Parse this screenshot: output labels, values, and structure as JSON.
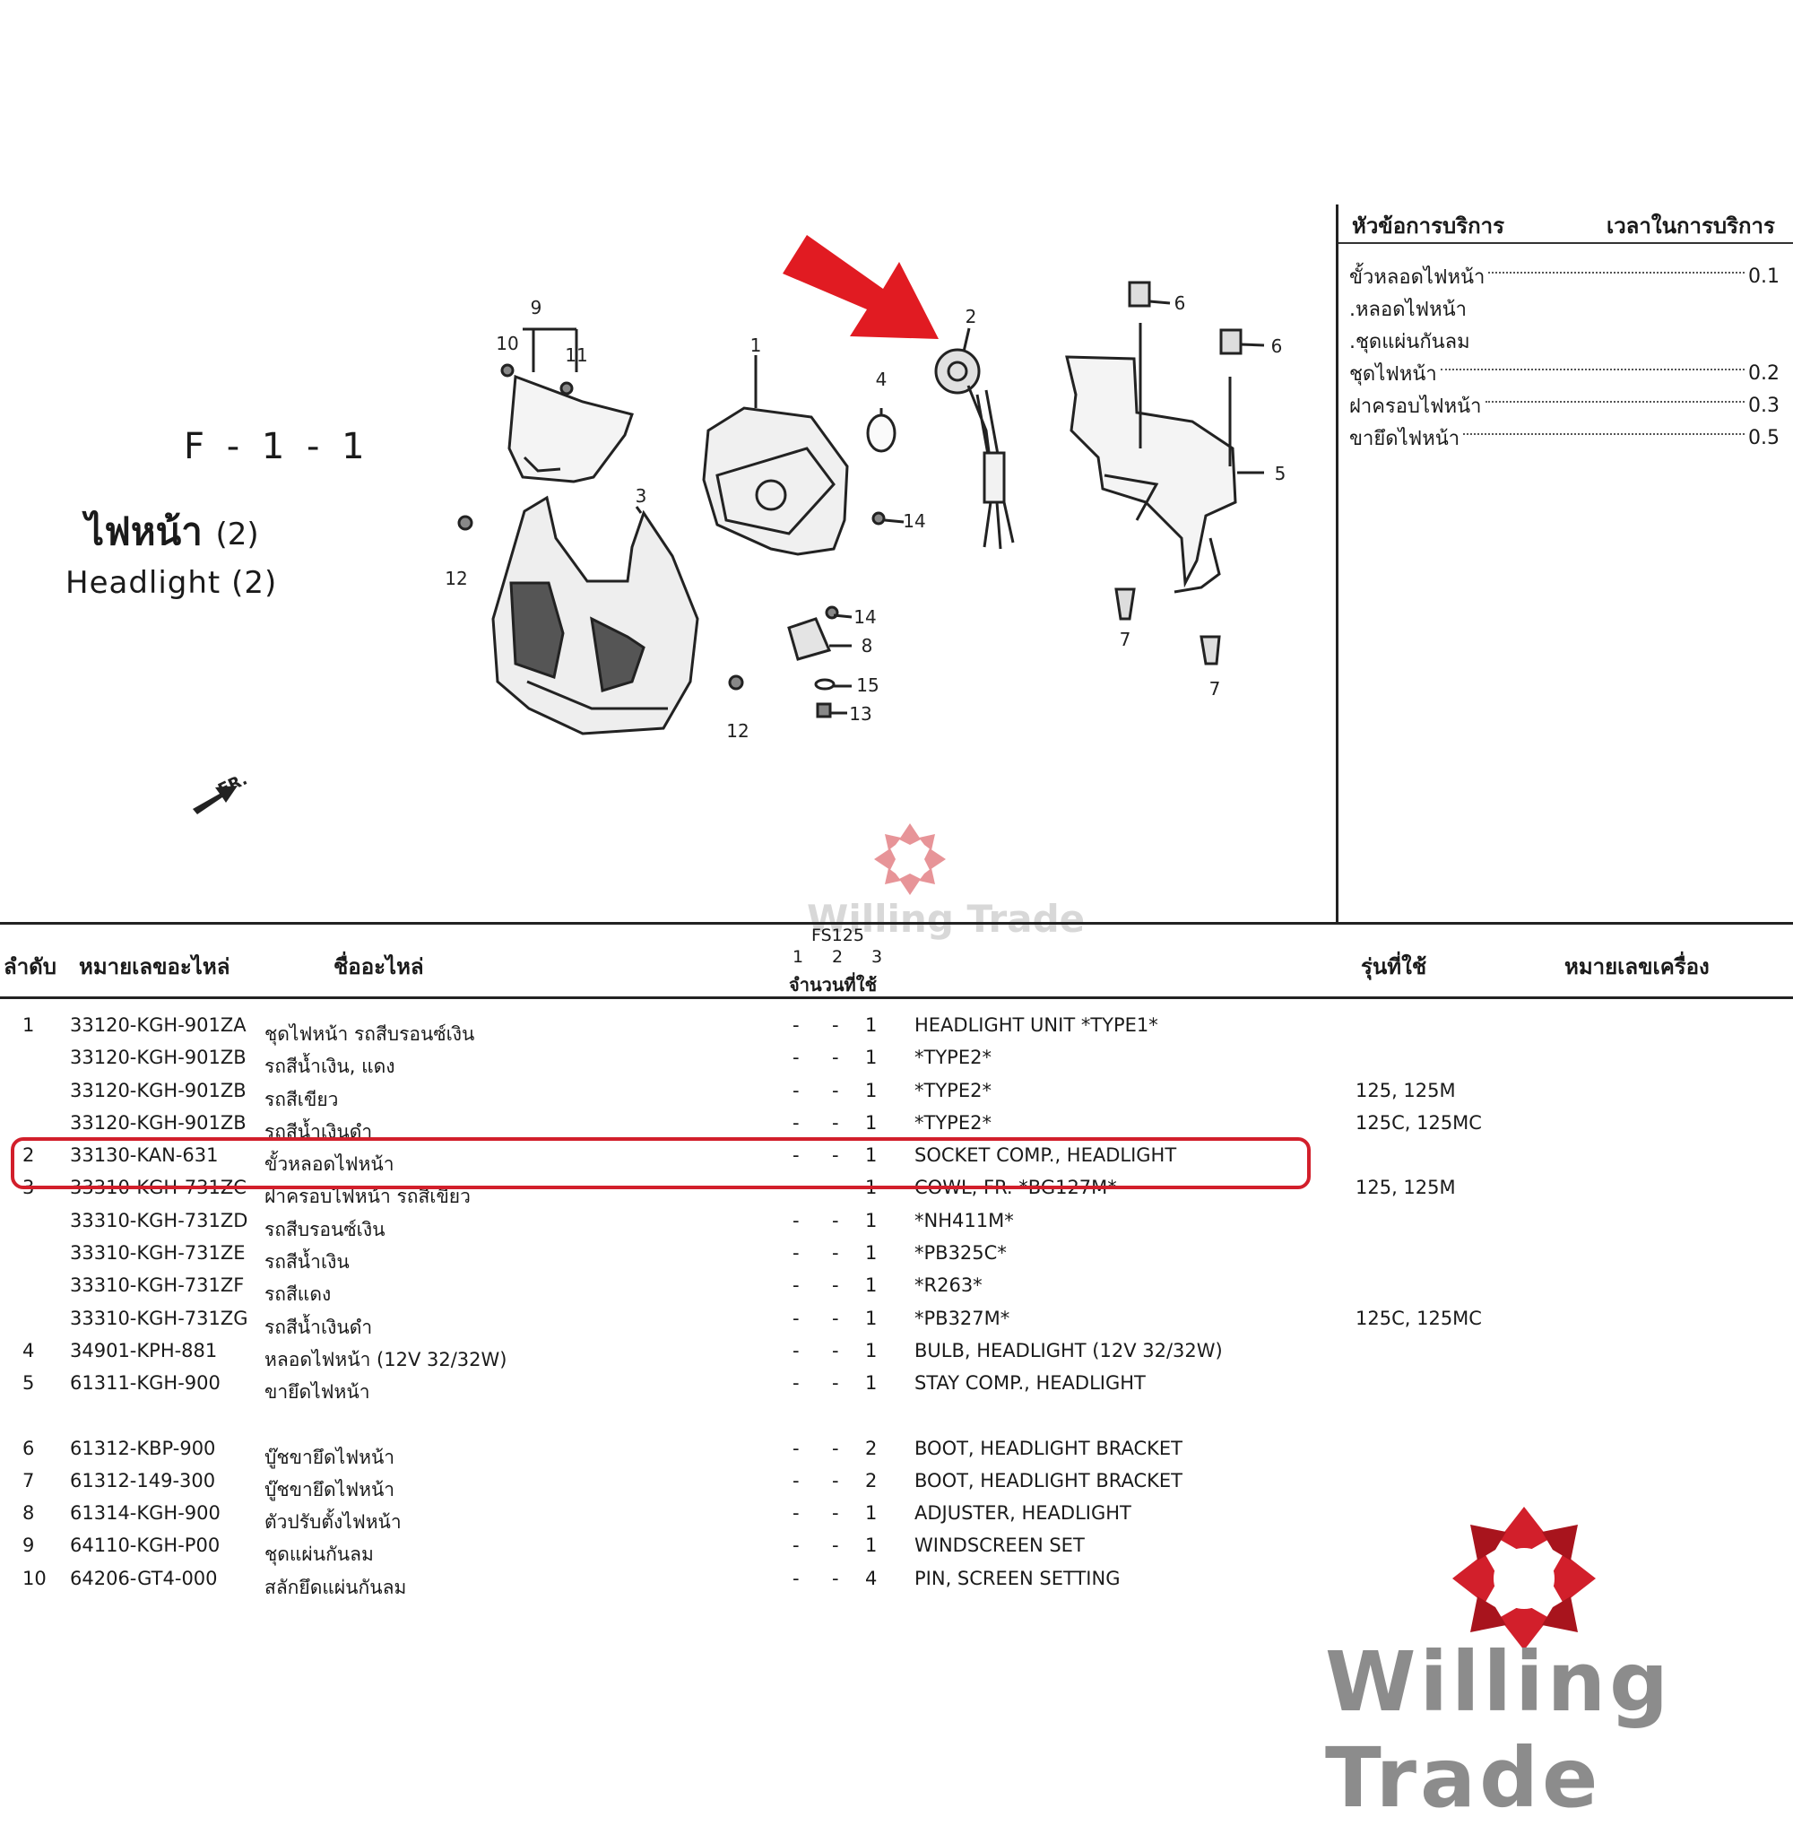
{
  "figure": {
    "code": "F - 1 - 1",
    "title_th": "ไฟหน้า",
    "title_suffix": "(2)",
    "title_en": "Headlight (2)",
    "callouts": [
      "1",
      "2",
      "3",
      "4",
      "5",
      "6",
      "6",
      "7",
      "7",
      "8",
      "9",
      "10",
      "11",
      "12",
      "12",
      "13",
      "14",
      "14",
      "15"
    ],
    "front_marker": "FR."
  },
  "service": {
    "header_item": "หัวข้อการบริการ",
    "header_time": "เวลาในการบริการ",
    "rows": [
      {
        "label": "ขั้วหลอดไฟหน้า",
        "time": "0.1"
      },
      {
        "label": ".หลอดไฟหน้า",
        "time": ""
      },
      {
        "label": ".ชุดแผ่นกันลม",
        "time": ""
      },
      {
        "label": "ชุดไฟหน้า",
        "time": "0.2"
      },
      {
        "label": "ฝาครอบไฟหน้า",
        "time": "0.3"
      },
      {
        "label": "ขายึดไฟหน้า",
        "time": "0.5"
      }
    ]
  },
  "table": {
    "headers": {
      "no": "ลำดับ",
      "part_no": "หมายเลขอะไหล่",
      "name": "ชื่ออะไหล่",
      "model_code": "FS125",
      "qty_cols": [
        "1",
        "2",
        "3"
      ],
      "qty": "จำนวนที่ใช้",
      "model": "รุ่นที่ใช้",
      "engine": "หมายเลขเครื่อง"
    },
    "rows": [
      {
        "no": "1",
        "pn": "33120-KGH-901ZA",
        "name": "ชุดไฟหน้า รถสีบรอนซ์เงิน",
        "q1": "-",
        "q2": "-",
        "q3": "1",
        "en": "HEADLIGHT UNIT *TYPE1*",
        "model": ""
      },
      {
        "no": "",
        "pn": "33120-KGH-901ZB",
        "name": "รถสีน้ำเงิน, แดง",
        "q1": "-",
        "q2": "-",
        "q3": "1",
        "en": "*TYPE2*",
        "model": ""
      },
      {
        "no": "",
        "pn": "33120-KGH-901ZB",
        "name": "รถสีเขียว",
        "q1": "-",
        "q2": "-",
        "q3": "1",
        "en": "*TYPE2*",
        "model": "125, 125M"
      },
      {
        "no": "",
        "pn": "33120-KGH-901ZB",
        "name": "รถสีน้ำเงินดำ",
        "q1": "-",
        "q2": "-",
        "q3": "1",
        "en": "*TYPE2*",
        "model": "125C, 125MC"
      },
      {
        "no": "2",
        "pn": "33130-KAN-631",
        "name": "ขั้วหลอดไฟหน้า",
        "q1": "-",
        "q2": "-",
        "q3": "1",
        "en": "SOCKET COMP., HEADLIGHT",
        "model": ""
      },
      {
        "no": "3",
        "pn": "33310-KGH-731ZC",
        "name": "ฝาครอบไฟหน้า รถสีเขียว",
        "q1": "-",
        "q2": "-",
        "q3": "1",
        "en": "COWL, FR. *BG127M*",
        "model": "125, 125M"
      },
      {
        "no": "",
        "pn": "33310-KGH-731ZD",
        "name": "รถสีบรอนซ์เงิน",
        "q1": "-",
        "q2": "-",
        "q3": "1",
        "en": "*NH411M*",
        "model": ""
      },
      {
        "no": "",
        "pn": "33310-KGH-731ZE",
        "name": "รถสีน้ำเงิน",
        "q1": "-",
        "q2": "-",
        "q3": "1",
        "en": "*PB325C*",
        "model": ""
      },
      {
        "no": "",
        "pn": "33310-KGH-731ZF",
        "name": "รถสีแดง",
        "q1": "-",
        "q2": "-",
        "q3": "1",
        "en": "*R263*",
        "model": ""
      },
      {
        "no": "",
        "pn": "33310-KGH-731ZG",
        "name": "รถสีน้ำเงินดำ",
        "q1": "-",
        "q2": "-",
        "q3": "1",
        "en": "*PB327M*",
        "model": "125C, 125MC"
      },
      {
        "no": "4",
        "pn": "34901-KPH-881",
        "name": "หลอดไฟหน้า (12V 32/32W)",
        "q1": "-",
        "q2": "-",
        "q3": "1",
        "en": "BULB, HEADLIGHT (12V 32/32W)",
        "model": ""
      },
      {
        "no": "5",
        "pn": "61311-KGH-900",
        "name": "ขายึดไฟหน้า",
        "q1": "-",
        "q2": "-",
        "q3": "1",
        "en": "STAY COMP., HEADLIGHT",
        "model": ""
      },
      {
        "gap": true
      },
      {
        "no": "6",
        "pn": "61312-KBP-900",
        "name": "บู๊ชขายึดไฟหน้า",
        "q1": "-",
        "q2": "-",
        "q3": "2",
        "en": "BOOT, HEADLIGHT BRACKET",
        "model": ""
      },
      {
        "no": "7",
        "pn": "61312-149-300",
        "name": "บู๊ชขายึดไฟหน้า",
        "q1": "-",
        "q2": "-",
        "q3": "2",
        "en": "BOOT, HEADLIGHT BRACKET",
        "model": ""
      },
      {
        "no": "8",
        "pn": "61314-KGH-900",
        "name": "ตัวปรับตั้งไฟหน้า",
        "q1": "-",
        "q2": "-",
        "q3": "1",
        "en": "ADJUSTER, HEADLIGHT",
        "model": ""
      },
      {
        "no": "9",
        "pn": "64110-KGH-P00",
        "name": "ชุดแผ่นกันลม",
        "q1": "-",
        "q2": "-",
        "q3": "1",
        "en": "WINDSCREEN SET",
        "model": ""
      },
      {
        "no": "10",
        "pn": "64206-GT4-000",
        "name": "สลักยึดแผ่นกันลม",
        "q1": "-",
        "q2": "-",
        "q3": "4",
        "en": "PIN, SCREEN SETTING",
        "model": ""
      }
    ]
  },
  "watermark": {
    "text": "Willing Trade"
  },
  "logo": {
    "text": "Willing Trade",
    "color": "#d21f2b"
  },
  "accent": "#d21f2b"
}
